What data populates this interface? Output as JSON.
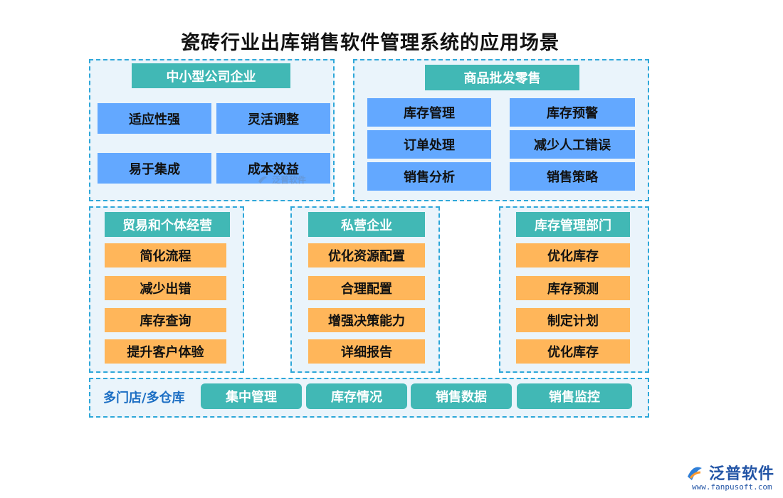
{
  "title": "瓷砖行业出库销售软件管理系统的应用场景",
  "panels": {
    "sme": {
      "header": "中小型公司企业",
      "items": [
        "适应性强",
        "灵活调整",
        "易于集成",
        "成本效益"
      ]
    },
    "wholesale": {
      "header": "商品批发零售",
      "items": [
        "库存管理",
        "库存预警",
        "订单处理",
        "减少人工错误",
        "销售分析",
        "销售策略"
      ]
    },
    "trade": {
      "header": "贸易和个体经营",
      "items": [
        "简化流程",
        "减少出错",
        "库存查询",
        "提升客户体验"
      ]
    },
    "private": {
      "header": "私营企业",
      "items": [
        "优化资源配置",
        "合理配置",
        "增强决策能力",
        "详细报告"
      ]
    },
    "inventory_dept": {
      "header": "库存管理部门",
      "items": [
        "优化库存",
        "库存预测",
        "制定计划",
        "优化库存"
      ]
    },
    "multistore": {
      "label": "多门店/多仓库",
      "items": [
        "集中管理",
        "库存情况",
        "销售数据",
        "销售监控"
      ]
    }
  },
  "watermark": "泛普软件",
  "brand": {
    "name": "泛普软件",
    "url": "www.fanpusoft.com"
  },
  "colors": {
    "panel_border": "#2ea7d9",
    "panel_bg": "#eaf4fb",
    "header_teal": "#41b8b5",
    "item_blue": "#63a8ff",
    "item_orange": "#ffb65a",
    "label_blue": "#1d6fc4"
  }
}
